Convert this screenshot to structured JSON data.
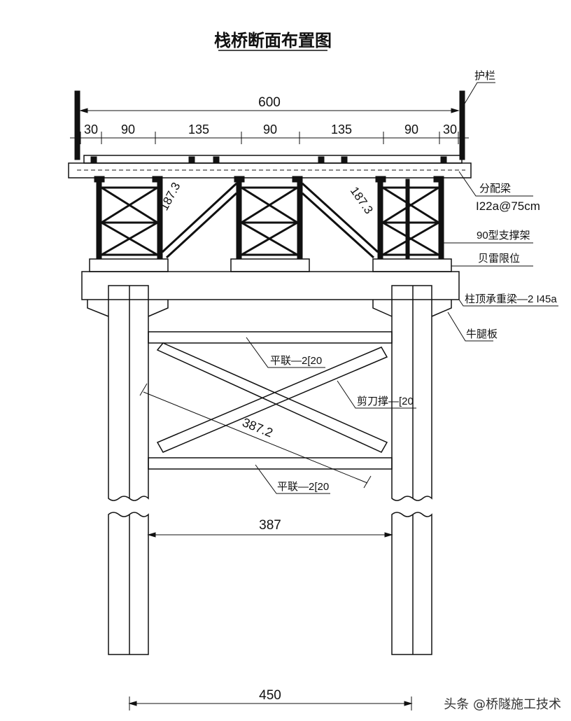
{
  "title": "栈桥断面布置图",
  "dimensions": {
    "total_width": "600",
    "segments": [
      "30",
      "90",
      "135",
      "90",
      "135",
      "90",
      "30"
    ],
    "diagonal_left": "187.3",
    "diagonal_right": "187.3",
    "brace_diagonal": "387.2",
    "pile_clear_spacing": "387",
    "pile_spacing": "450"
  },
  "labels": {
    "railing": "护栏",
    "distribution_beam": "分配梁",
    "distribution_beam_spec": "I22a@75cm",
    "support_frame": "90型支撑架",
    "bailey_stop": "贝雷限位",
    "cap_beam": "柱顶承重梁—2 I45a",
    "corbel": "牛腿板",
    "horizontal_brace_top": "平联—2[20",
    "scissor_brace": "剪刀撑—[20",
    "horizontal_brace_bottom": "平联—2[20"
  },
  "watermark": "头条 @桥隧施工技术"
}
